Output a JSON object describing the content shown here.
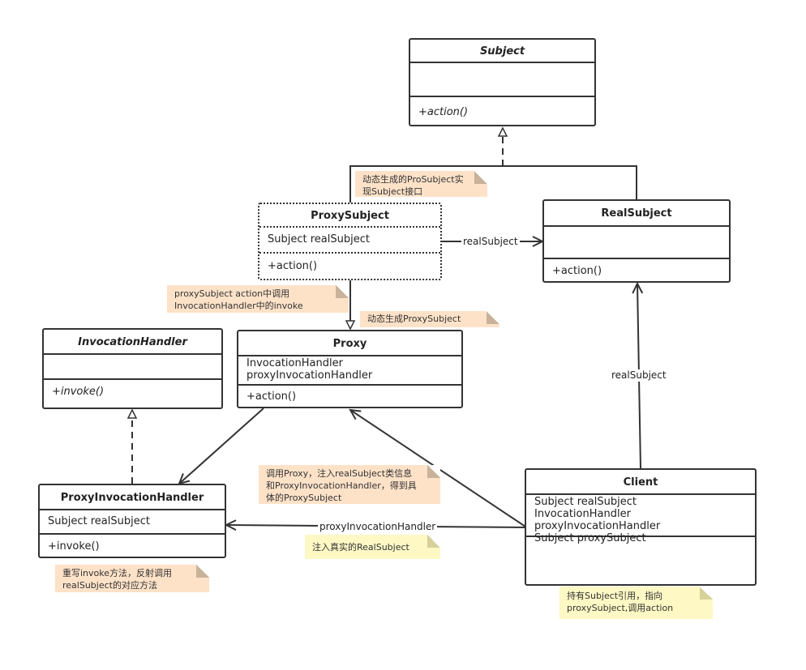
{
  "classes": {
    "subject": {
      "name": "Subject",
      "attributes": "",
      "methods": "+action()"
    },
    "proxy_subject": {
      "name": "ProxySubject",
      "attributes": "Subject realSubject",
      "methods": "+action()"
    },
    "real_subject": {
      "name": "RealSubject",
      "attributes": "",
      "methods": "+action()"
    },
    "invocation_handler": {
      "name": "InvocationHandler",
      "attributes": "",
      "methods": "+invoke()"
    },
    "proxy": {
      "name": "Proxy",
      "attributes": [
        "InvocationHandler",
        "proxyInvocationHandler"
      ],
      "methods": "+action()"
    },
    "proxy_invocation_handler": {
      "name": "ProxyInvocationHandler",
      "attributes": "Subject realSubject",
      "methods": "+invoke()"
    },
    "client": {
      "name": "Client",
      "attributes": [
        "Subject realSubject",
        "InvocationHandler proxyInvocationHandler",
        "Subject proxySubject"
      ],
      "methods": ""
    }
  },
  "edge_labels": {
    "proxy_to_real": "realSubject",
    "client_to_real": "realSubject",
    "client_to_pih": "proxyInvocationHandler"
  },
  "notes": {
    "generated_impl": [
      "动态生成的ProSubject实",
      "现Subject接口"
    ],
    "proxy_subject_action": [
      "proxySubject action中调用",
      "InvocationHandler中的invoke"
    ],
    "dynamic_generate": [
      "动态生成ProxySubject"
    ],
    "call_proxy": [
      "调用Proxy，注入realSubject类信息",
      "和ProxyInvocationHandler，得到具",
      "体的ProxySubject"
    ],
    "inject_real": [
      "注入真实的RealSubject"
    ],
    "override_invoke": [
      "重写invoke方法，反射调用",
      "realSubject的对应方法"
    ],
    "client_holds": [
      "持有Subject引用，指向",
      "proxySubject,调用action"
    ]
  },
  "colors": {
    "line": "#333333",
    "note_orange": "#fde2c8",
    "note_yellow": "#fdf8c4"
  }
}
